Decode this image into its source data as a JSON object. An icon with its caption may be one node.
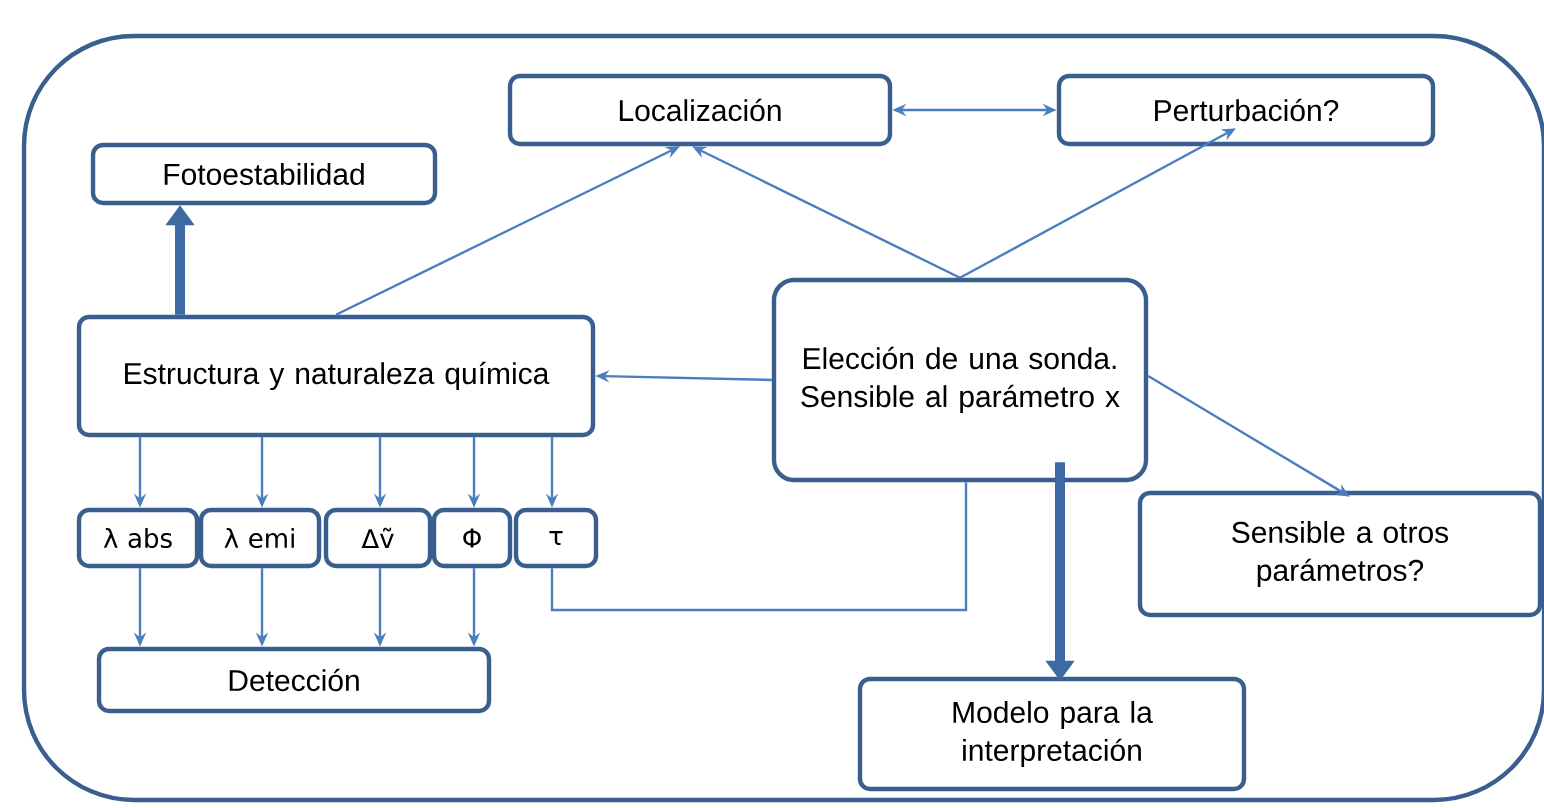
{
  "diagram": {
    "nodes": [
      {
        "text": [
          "Localización"
        ]
      },
      {
        "text": [
          "Perturbación?"
        ]
      },
      {
        "text": [
          "Fotoestabilidad"
        ]
      },
      {
        "text": [
          "Estructura y naturaleza química"
        ]
      },
      {
        "text": [
          "Elección de una sonda. Sensible al parámetro x"
        ]
      },
      {
        "text": [
          "λ abs"
        ]
      },
      {
        "text": [
          "λ emi"
        ]
      },
      {
        "text": [
          "Δṽ"
        ]
      },
      {
        "text": [
          "Φ"
        ]
      },
      {
        "text": [
          "τ"
        ]
      },
      {
        "text": [
          "Sensible a otros parámetros?"
        ]
      },
      {
        "text": [
          "Detección"
        ]
      },
      {
        "text": [
          "Modelo para la interpretación"
        ]
      }
    ],
    "edges": [
      {
        "from": 0,
        "to": 1,
        "arrow": "both"
      },
      {
        "from": 3,
        "to": 0,
        "arrow": "to"
      },
      {
        "from": 4,
        "to": 0,
        "arrow": "to"
      },
      {
        "from": 4,
        "to": 1,
        "arrow": "to"
      },
      {
        "from": 4,
        "to": 3,
        "arrow": "to"
      },
      {
        "from": 4,
        "to": 10,
        "arrow": "to"
      },
      {
        "from": 4,
        "to": 12,
        "arrow": "to",
        "style": "thick"
      },
      {
        "from": 3,
        "to": 2,
        "arrow": "to",
        "style": "thick"
      },
      {
        "from": 3,
        "to": 5,
        "arrow": "to"
      },
      {
        "from": 3,
        "to": 6,
        "arrow": "to"
      },
      {
        "from": 3,
        "to": 7,
        "arrow": "to"
      },
      {
        "from": 3,
        "to": 8,
        "arrow": "to"
      },
      {
        "from": 3,
        "to": 9,
        "arrow": "to"
      },
      {
        "from": 5,
        "to": 11,
        "arrow": "to"
      },
      {
        "from": 6,
        "to": 11,
        "arrow": "to"
      },
      {
        "from": 7,
        "to": 11,
        "arrow": "to"
      },
      {
        "from": 8,
        "to": 11,
        "arrow": "to"
      },
      {
        "from": 9,
        "to": 4,
        "arrow": "none"
      }
    ]
  }
}
